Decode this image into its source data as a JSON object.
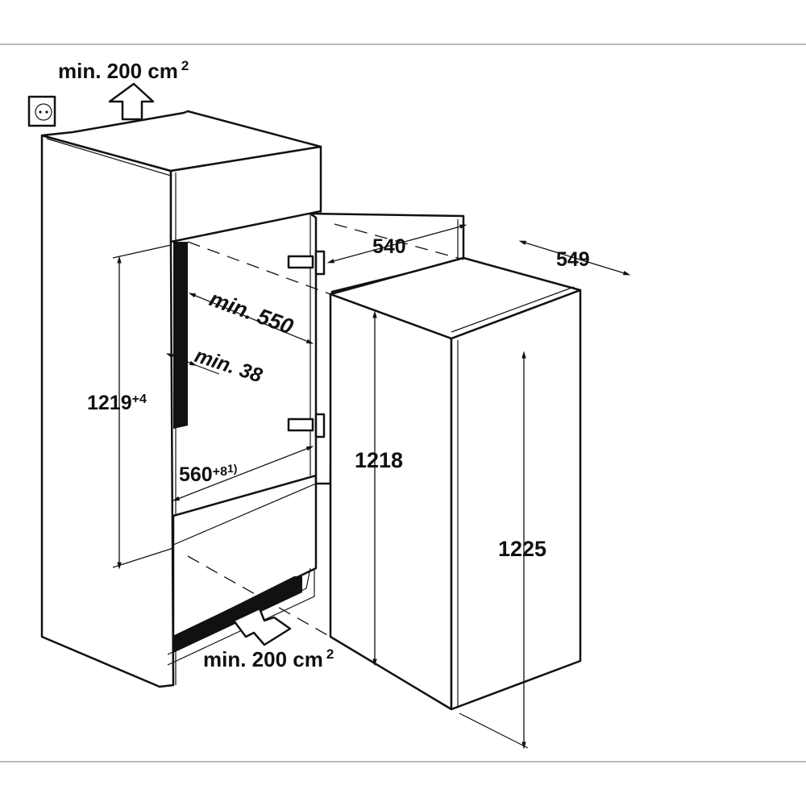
{
  "labels": {
    "top_vent": "min. 200 cm",
    "top_vent_sup": "2",
    "bottom_vent": "min. 200 cm",
    "bottom_vent_sup": "2",
    "width_540": "540",
    "depth_549": "549",
    "min_550": "min. 550",
    "min_38": "min. 38",
    "niche_height": "1219",
    "niche_height_tol": "+4",
    "niche_width": "560",
    "niche_width_tol": "+8",
    "niche_width_note": "1)",
    "appliance_height_1218": "1218",
    "appliance_height_1225": "1225"
  },
  "colors": {
    "line": "#111111",
    "rule": "#bbbbbb",
    "background": "#ffffff"
  }
}
